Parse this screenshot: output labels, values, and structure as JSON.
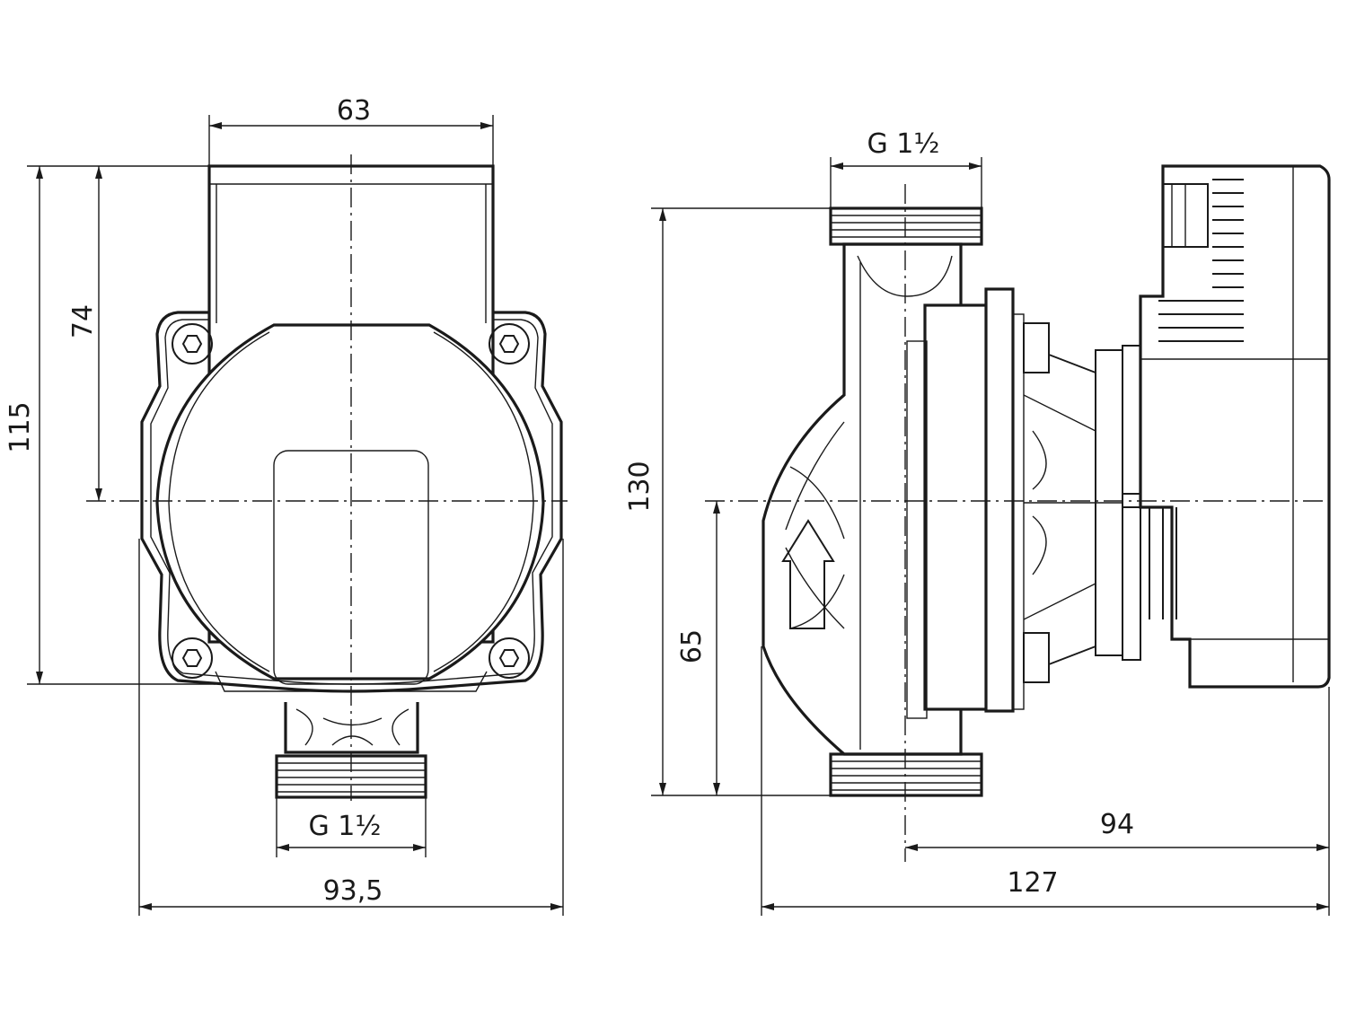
{
  "front_view": {
    "dim_top_width": "63",
    "dim_total_height": "115",
    "dim_upper_height": "74",
    "dim_connection": "G 1½",
    "dim_overall_width": "93,5"
  },
  "side_view": {
    "dim_connection": "G 1½",
    "dim_total_height": "130",
    "dim_lower_height": "65",
    "dim_motor_length": "94",
    "dim_overall_length": "127"
  }
}
